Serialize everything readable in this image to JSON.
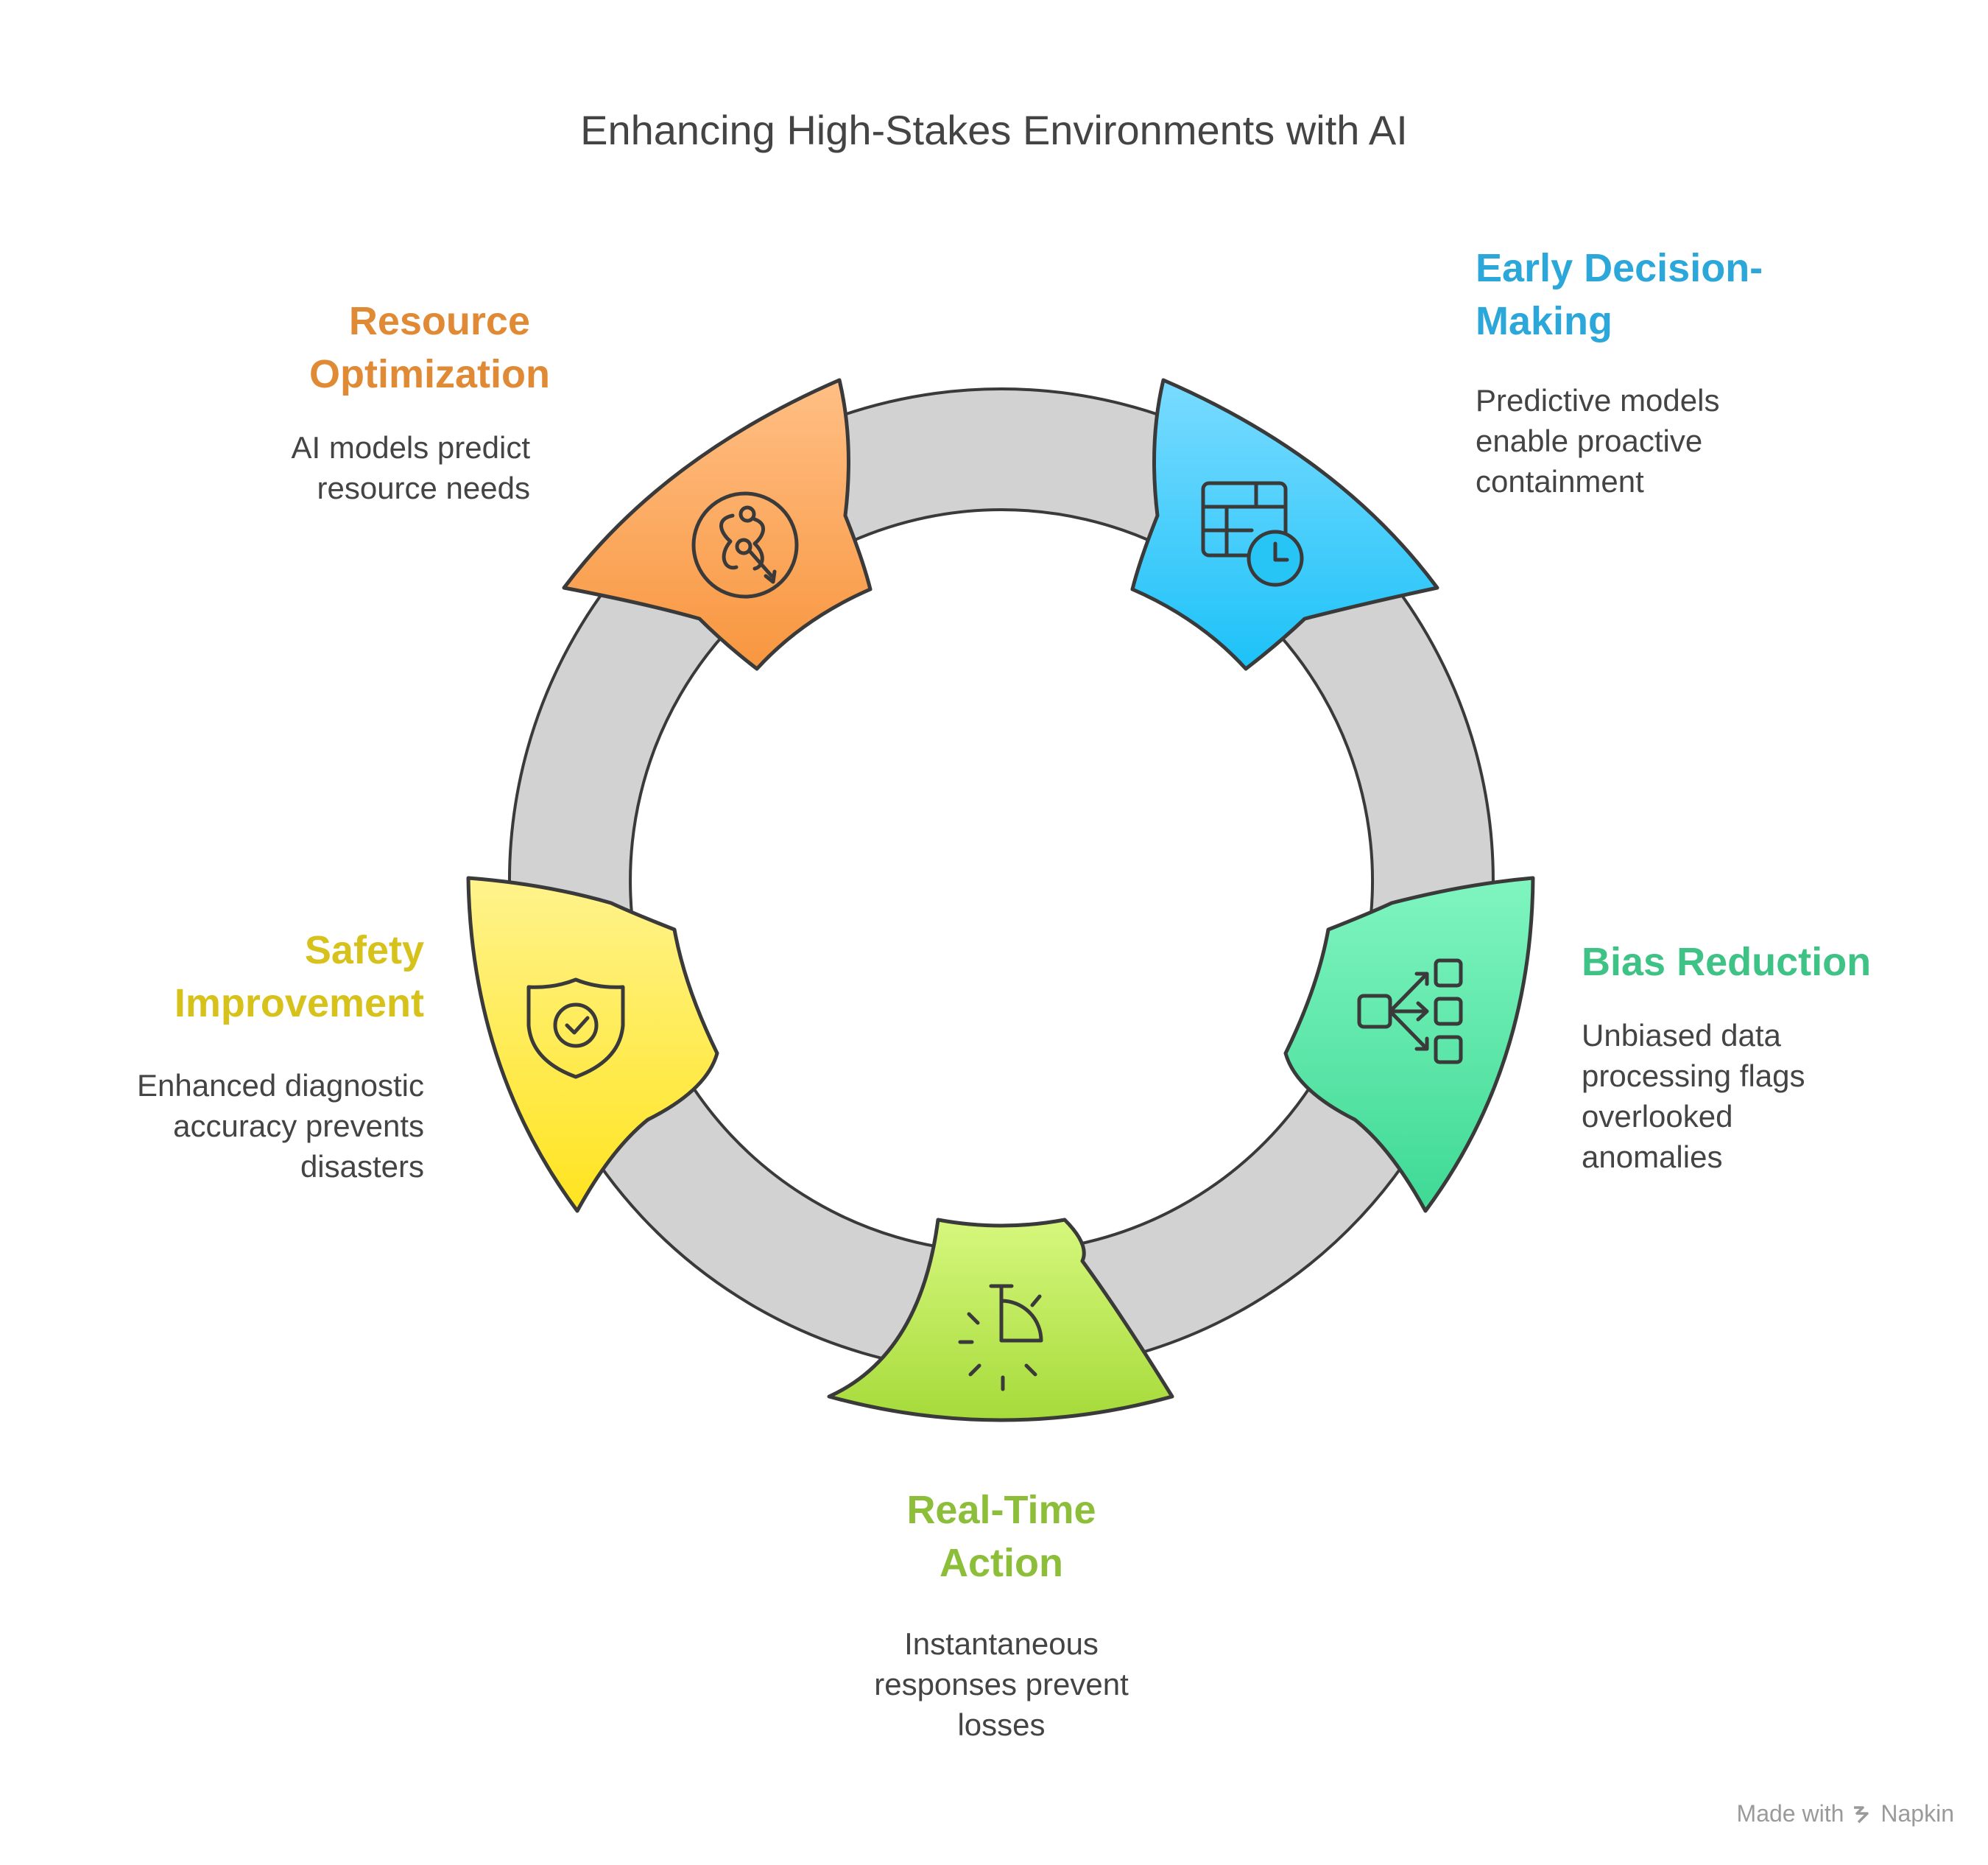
{
  "title": "Enhancing High-Stakes Environments with AI",
  "stages": [
    {
      "heading_lines": [
        "Resource",
        "Optimization"
      ],
      "desc_lines": [
        "AI models predict",
        "resource needs"
      ],
      "color": "#E08A35",
      "fill_top": "#FFBF85",
      "fill_bottom": "#F8963F",
      "icon": "network-route-icon"
    },
    {
      "heading_lines": [
        "Early Decision-",
        "Making"
      ],
      "desc_lines": [
        "Predictive models",
        "enable proactive",
        "containment"
      ],
      "color": "#2BA7D9",
      "fill_top": "#7ADBFF",
      "fill_bottom": "#1CC2F8",
      "icon": "calendar-clock-icon"
    },
    {
      "heading_lines": [
        "Bias Reduction"
      ],
      "desc_lines": [
        "Unbiased data",
        "processing flags",
        "overlooked",
        "anomalies"
      ],
      "color": "#3EC285",
      "fill_top": "#80F5C0",
      "fill_bottom": "#3ED994",
      "icon": "data-flow-icon"
    },
    {
      "heading_lines": [
        "Real-Time",
        "Action"
      ],
      "desc_lines": [
        "Instantaneous",
        "responses prevent",
        "losses"
      ],
      "color": "#8DBE3A",
      "fill_top": "#D6F77D",
      "fill_bottom": "#A6DB3A",
      "icon": "timer-icon"
    },
    {
      "heading_lines": [
        "Safety",
        "Improvement"
      ],
      "desc_lines": [
        "Enhanced diagnostic",
        "accuracy prevents",
        "disasters"
      ],
      "color": "#D6C21B",
      "fill_top": "#FFF38C",
      "fill_bottom": "#FFE41F",
      "icon": "shield-check-icon"
    }
  ],
  "credit": {
    "prefix": "Made with",
    "brand": "Napkin"
  },
  "colors": {
    "ring": "#D2D2D2",
    "outline": "#3A3A3A",
    "text": "#444444"
  }
}
